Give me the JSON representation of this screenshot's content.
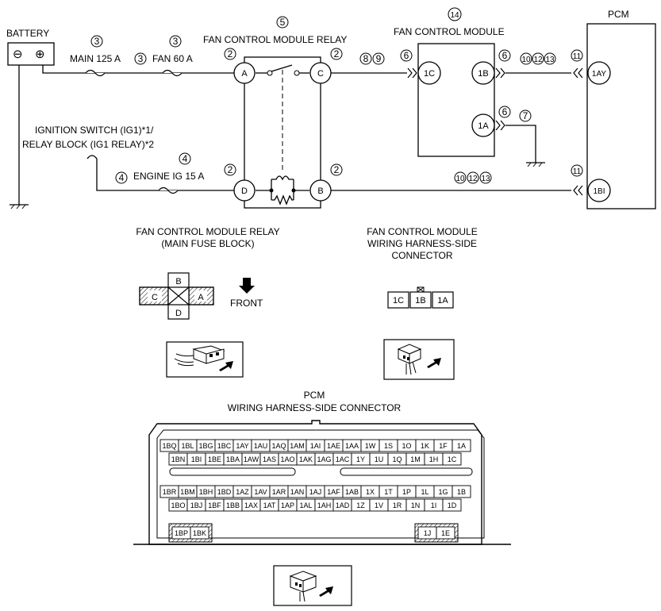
{
  "labels": {
    "battery": "BATTERY",
    "pcm": "PCM",
    "fan_relay": "FAN CONTROL MODULE RELAY",
    "fan_module": "FAN CONTROL MODULE",
    "main_fuse": "MAIN 125 A",
    "fan_fuse": "FAN 60 A",
    "ign_line1": "IGNITION SWITCH (IG1)*1/",
    "ign_line2": "RELAY BLOCK (IG1 RELAY)*2",
    "engine_fuse": "ENGINE IG 15 A",
    "relay_conn_line1": "FAN CONTROL MODULE RELAY",
    "relay_conn_line2": "(MAIN FUSE BLOCK)",
    "fcm_conn_line1": "FAN CONTROL MODULE",
    "fcm_conn_line2": "WIRING HARNESS-SIDE",
    "fcm_conn_line3": "CONNECTOR",
    "front": "FRONT",
    "pcm_conn_line1": "PCM",
    "pcm_conn_line2": "WIRING HARNESS-SIDE CONNECTOR",
    "batt_minus": "⊖",
    "batt_plus": "⊕"
  },
  "terminals": {
    "relay": [
      "A",
      "C",
      "D",
      "B"
    ],
    "fcm": [
      "1C",
      "1B",
      "1A"
    ],
    "pcm": [
      "1AY",
      "1BI"
    ]
  },
  "circled_numbers": {
    "fuse_main": "3",
    "fuse_fan": "3",
    "fuse_mid": "3",
    "relay_title": "5",
    "relay_a": "2",
    "relay_c": "2",
    "relay_d": "2",
    "relay_b": "2",
    "n8": "8",
    "n9": "9",
    "fcm_1c": "6",
    "fcm_title": "14",
    "fcm_1b": "6",
    "fcm_1a": "6",
    "ground_1a": "7",
    "n10a": "10",
    "n12a": "12",
    "n13a": "13",
    "pcm_1ay": "11",
    "engine_fuse": "4",
    "engine_fuse2": "4",
    "n10b": "10",
    "n12b": "12",
    "n13b": "13",
    "pcm_1bi": "11"
  },
  "relay_connector": {
    "top": "B",
    "left": "C",
    "right": "A",
    "bottom": "D"
  },
  "fcm_connector": [
    "1C",
    "1B",
    "1A"
  ],
  "pcm_connector": {
    "row1": [
      "1BQ",
      "1BL",
      "1BG",
      "1BC",
      "1AY",
      "1AU",
      "1AQ",
      "1AM",
      "1AI",
      "1AE",
      "1AA",
      "1W",
      "1S",
      "1O",
      "1K",
      "1F",
      "1A"
    ],
    "row2": [
      "1BN",
      "1BI",
      "1BE",
      "1BA",
      "1AW",
      "1AS",
      "1AO",
      "1AK",
      "1AG",
      "1AC",
      "1Y",
      "1U",
      "1Q",
      "1M",
      "1H",
      "1C"
    ],
    "row3": [
      "1BR",
      "1BM",
      "1BH",
      "1BD",
      "1AZ",
      "1AV",
      "1AR",
      "1AN",
      "1AJ",
      "1AF",
      "1AB",
      "1X",
      "1T",
      "1P",
      "1L",
      "1G",
      "1B"
    ],
    "row4": [
      "1BO",
      "1BJ",
      "1BF",
      "1BB",
      "1AX",
      "1AT",
      "1AP",
      "1AL",
      "1AH",
      "1AD",
      "1Z",
      "1V",
      "1R",
      "1N",
      "1I",
      "1D"
    ],
    "left_bottom": [
      "1BP",
      "1BK"
    ],
    "right_bottom": [
      "1J",
      "1E"
    ]
  }
}
